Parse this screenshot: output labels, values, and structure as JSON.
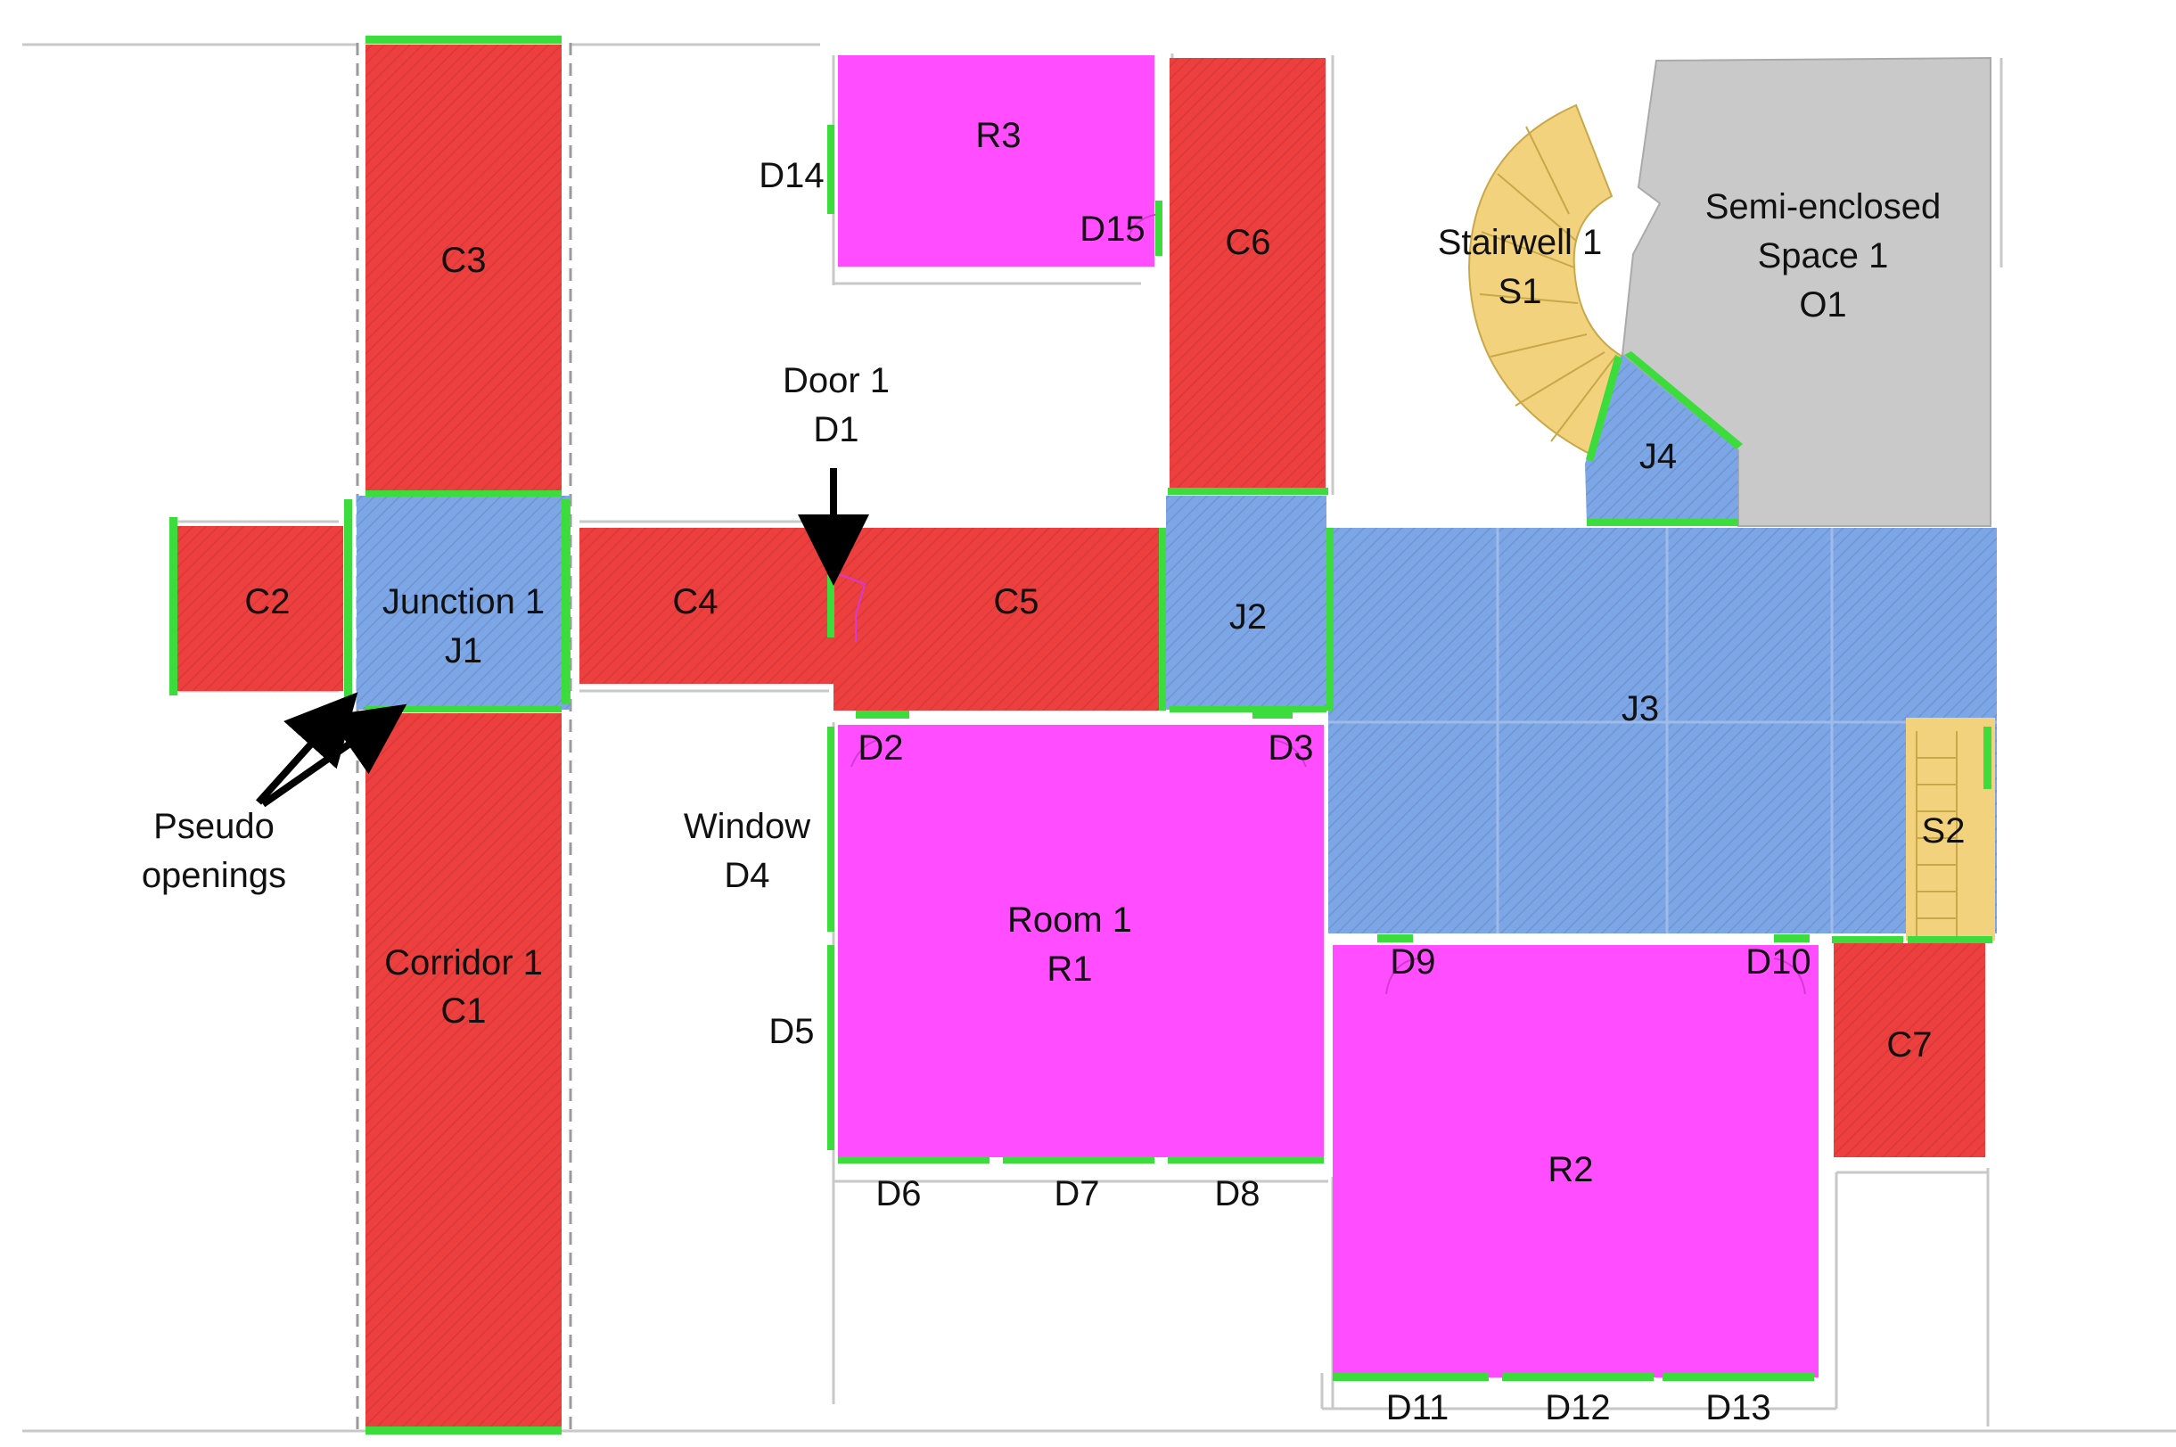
{
  "colors": {
    "corridor": "#ee3f3f",
    "junction": "#7da6e6",
    "room": "#ff4dff",
    "stair": "#f2d27c",
    "semi_enclosed": "#c9c9c9",
    "opening": "#3ddc3d",
    "wall": "#c8c8c8",
    "arrow": "#000000"
  },
  "labels": {
    "c3": "C3",
    "c2": "C2",
    "junction1": [
      "Junction 1",
      "J1"
    ],
    "c4": "C4",
    "corridor1": [
      "Corridor 1",
      "C1"
    ],
    "r3": "R3",
    "d14": "D14",
    "d15": "D15",
    "c6": "C6",
    "door1": [
      "Door 1",
      "D1"
    ],
    "c5": "C5",
    "j2": "J2",
    "stairwell1": [
      "Stairwell 1",
      "S1"
    ],
    "semi_enclosed": [
      "Semi-enclosed",
      "Space 1",
      "O1"
    ],
    "j4": "J4",
    "j3": "J3",
    "d2": "D2",
    "d3": "D3",
    "window": [
      "Window",
      "D4"
    ],
    "room1": [
      "Room 1",
      "R1"
    ],
    "d5": "D5",
    "d6": "D6",
    "d7": "D7",
    "d8": "D8",
    "s2": "S2",
    "d9": "D9",
    "d10": "D10",
    "c7": "C7",
    "r2": "R2",
    "d11": "D11",
    "d12": "D12",
    "d13": "D13",
    "pseudo": [
      "Pseudo",
      "openings"
    ]
  }
}
